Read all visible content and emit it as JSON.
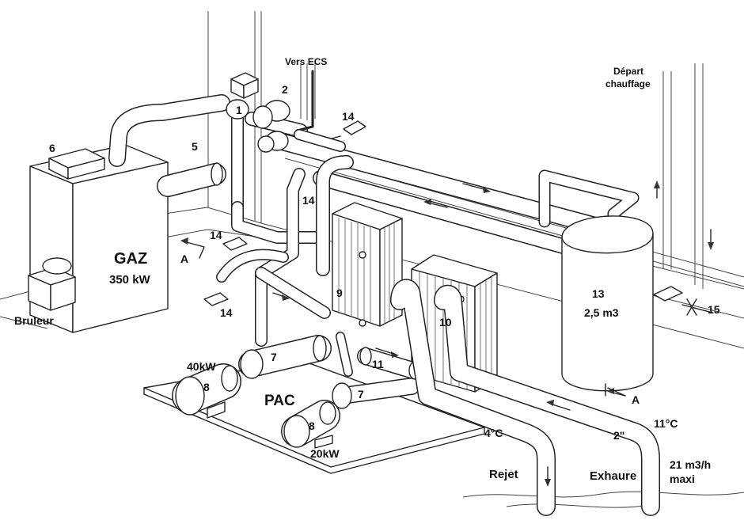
{
  "labels": {
    "vers_ecs": "Vers ECS",
    "depart_line1": "Départ",
    "depart_line2": "chauffage",
    "n1": "1",
    "n2": "2",
    "n5": "5",
    "n6": "6",
    "n7a": "7",
    "n7b": "7",
    "n8a": "8",
    "n8b": "8",
    "n9": "9",
    "n10": "10",
    "n11": "11",
    "n13": "13",
    "n14a": "14",
    "n14b": "14",
    "n14c": "14",
    "n14d": "14",
    "n15": "15",
    "gaz": "GAZ",
    "gaz_power": "350 kW",
    "bruleur": "Bruleur",
    "a_left": "A",
    "a_right": "A",
    "power_40": "40kW",
    "power_20": "20kW",
    "pac": "PAC",
    "tank_volume": "2,5 m3",
    "temp_4": "4°C",
    "temp_11": "11°C",
    "pipe_size": "2\"",
    "rejet": "Rejet",
    "exhaure": "Exhaure",
    "flow_line1": "21 m3/h",
    "flow_line2": "maxi"
  }
}
